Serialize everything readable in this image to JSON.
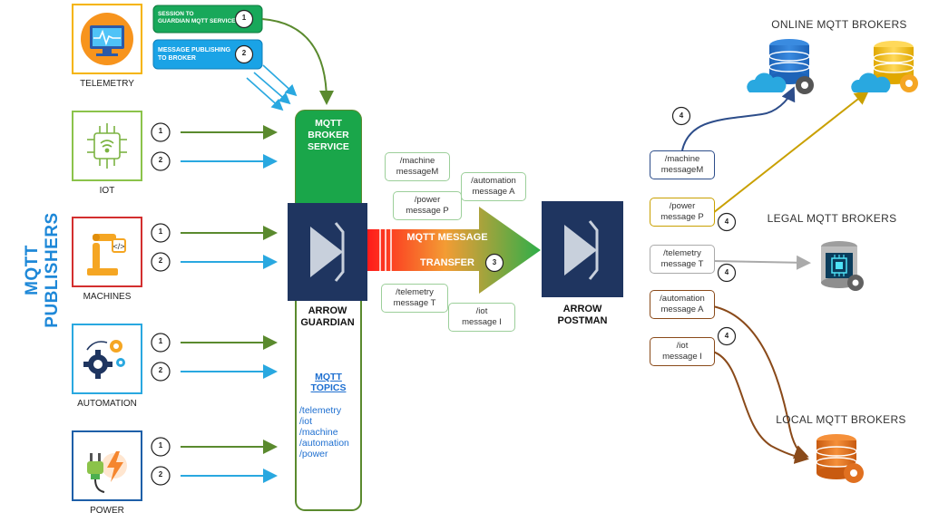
{
  "side_title": "MQTT PUBLISHERS",
  "publishers": [
    {
      "name": "TELEMETRY",
      "icon": "monitor-heartbeat-icon",
      "border": "#f5b400"
    },
    {
      "name": "IOT",
      "icon": "iot-chip-icon",
      "border": "#8bc34a"
    },
    {
      "name": "MACHINES",
      "icon": "robot-arm-icon",
      "border": "#d32f2f"
    },
    {
      "name": "AUTOMATION",
      "icon": "gears-icon",
      "border": "#29a8e0"
    },
    {
      "name": "POWER",
      "icon": "plug-bolt-icon",
      "border": "#1e5fa8"
    }
  ],
  "legend": {
    "session": {
      "line1": "SESSION TO",
      "line2": "GUARDIAN MQTT SERVICE",
      "number": "1"
    },
    "publishing": {
      "line1": "MESSAGE PUBLISHING",
      "line2": "TO BROKER",
      "number": "2"
    }
  },
  "arrow_numbers": {
    "session": "1",
    "publish": "2",
    "transfer": "3",
    "route": "4"
  },
  "broker_service": {
    "line1": "MQTT",
    "line2": "BROKER",
    "line3": "SERVICE"
  },
  "guardian": {
    "line1": "ARROW",
    "line2": "GUARDIAN"
  },
  "postman": {
    "line1": "ARROW",
    "line2": "POSTMAN"
  },
  "topics": {
    "title_line1": "MQTT",
    "title_line2": "TOPICS",
    "items": [
      "/telemetry",
      "/iot",
      "/machine",
      "/automation",
      "/power"
    ]
  },
  "transfer": {
    "line1": "MQTT MESSAGE",
    "line2": "TRANSFER"
  },
  "in_transit": [
    {
      "topic": "/machine",
      "msg": "messageM"
    },
    {
      "topic": "/automation",
      "msg": "message A"
    },
    {
      "topic": "/power",
      "msg": "message P"
    },
    {
      "topic": "/telemetry",
      "msg": "message T"
    },
    {
      "topic": "/iot",
      "msg": "message I"
    }
  ],
  "routed": [
    {
      "topic": "/machine",
      "msg": "messageM",
      "color": "#2d4d8a"
    },
    {
      "topic": "/power",
      "msg": "message P",
      "color": "#c9a000"
    },
    {
      "topic": "/telemetry",
      "msg": "message T",
      "color": "#aaaaaa"
    },
    {
      "topic": "/automation",
      "msg": "message A",
      "color": "#8a4a1a"
    },
    {
      "topic": "/iot",
      "msg": "message I",
      "color": "#8a4a1a"
    }
  ],
  "broker_groups": {
    "online": "ONLINE MQTT BROKERS",
    "legal": "LEGAL MQTT BROKERS",
    "local": "LOCAL MQTT BROKERS"
  },
  "colors": {
    "session_green": "#4caf50",
    "publish_blue": "#29a8e0",
    "arrow_green": "#5a8a2e",
    "navy": "#1f3560",
    "title_blue": "#1e88d8"
  }
}
